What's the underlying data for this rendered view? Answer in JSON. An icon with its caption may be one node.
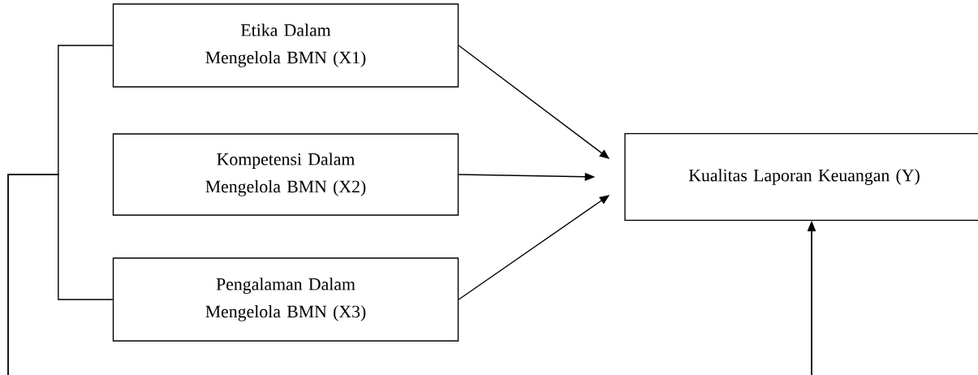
{
  "diagram": {
    "nodes": [
      {
        "text": [
          "Etika Dalam Mengelola BMN (X1)"
        ]
      },
      {
        "text": [
          "Kompetensi Dalam Mengelola BMN (X2)"
        ]
      },
      {
        "text": [
          "Pengalaman Dalam Mengelola BMN (X3)"
        ]
      },
      {
        "text": [
          "Kualitas Laporan Keuangan (Y)"
        ]
      }
    ],
    "edges": [
      {
        "from": 0,
        "to": 3,
        "arrow": "to"
      },
      {
        "from": 1,
        "to": 3,
        "arrow": "to"
      },
      {
        "from": 2,
        "to": 3,
        "arrow": "to"
      },
      {
        "from": 0,
        "to": 3,
        "arrow": "to"
      },
      {
        "from": 2,
        "to": 3,
        "arrow": "to"
      }
    ]
  }
}
